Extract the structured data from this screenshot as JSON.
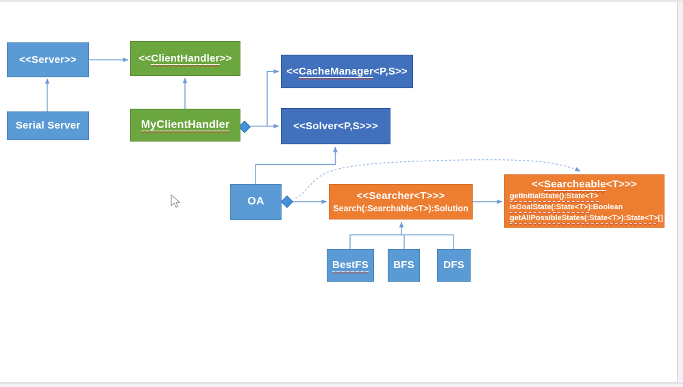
{
  "canvas": {
    "background": "#ffffff",
    "colors": {
      "light_blue": "#5b9bd5",
      "dark_blue": "#4170bd",
      "green": "#6ba63f",
      "orange": "#ed7d31",
      "connector": "#74a1d6",
      "spellcheck_squiggle": "#c44d3c"
    }
  },
  "diagram": {
    "nodes": {
      "server": {
        "label": "<<Server>>"
      },
      "client_handler": {
        "prefix": "<<",
        "name": "ClientHandler",
        "suffix": ">>"
      },
      "serial_server": {
        "label": "Serial Server"
      },
      "my_client_handler": {
        "prefix": "",
        "name": "MyClientHandler",
        "suffix": ""
      },
      "cache_manager": {
        "prefix": "<<",
        "name": "CacheManager",
        "suffix": "<P,S>>"
      },
      "solver": {
        "label": "<<Solver<P,S>>>"
      },
      "oa": {
        "label": "OA"
      },
      "searcher": {
        "title": "<<Searcher<T>>>",
        "method": "Search(:Searchable<T>):Solution"
      },
      "searcheable": {
        "prefix": "<<",
        "name": "Searcheable",
        "suffix": "<T>>>",
        "methods": [
          {
            "u": "getInitialState():State<T>",
            "rest": ""
          },
          {
            "u": "isGoalState(:State<T>)",
            "rest": ":Boolean"
          },
          {
            "u": "getAllPossibleStates(:State<T>):State<T>",
            "rest": "[]"
          }
        ]
      },
      "bestfs": {
        "name": "BestFS"
      },
      "bfs": {
        "label": "BFS"
      },
      "dfs": {
        "label": "DFS"
      }
    },
    "edges": [
      {
        "from": "server",
        "to": "client_handler",
        "type": "arrow"
      },
      {
        "from": "serial_server",
        "to": "server",
        "type": "arrow"
      },
      {
        "from": "my_client_handler",
        "to": "client_handler",
        "type": "arrow"
      },
      {
        "from": "my_client_handler",
        "to": "solver",
        "type": "aggregation-diamond"
      },
      {
        "from": "my_client_handler",
        "to": "cache_manager",
        "type": "aggregation-diamond"
      },
      {
        "from": "oa",
        "to": "solver",
        "type": "arrow"
      },
      {
        "from": "oa",
        "to": "searcher",
        "type": "aggregation-diamond"
      },
      {
        "from": "searcher",
        "to": "searcheable",
        "type": "arrow"
      },
      {
        "from": "oa",
        "to": "searcheable",
        "type": "dashed-arrow"
      },
      {
        "from": "bestfs",
        "to": "searcher",
        "type": "inheritance-tree"
      },
      {
        "from": "bfs",
        "to": "searcher",
        "type": "inheritance-tree"
      },
      {
        "from": "dfs",
        "to": "searcher",
        "type": "inheritance-tree"
      }
    ]
  }
}
